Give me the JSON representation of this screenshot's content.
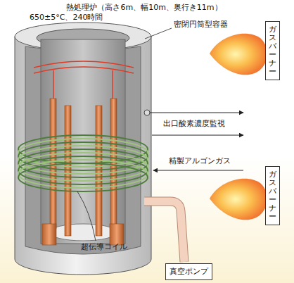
{
  "diagram": {
    "title": "熱処理炉（高さ6m、幅10m、奥行き11m）",
    "nodes": [
      {
        "text": [
          "ガスバーナー"
        ]
      },
      {
        "text": [
          "ガスバーナー"
        ]
      },
      {
        "text": [
          "真空ポンプ"
        ]
      }
    ],
    "labels": [
      "650±5°C、240時間",
      "密閉円筒型容器",
      "出口酸素濃度監視",
      "精製アルゴンガス",
      "超伝導コイル"
    ]
  }
}
